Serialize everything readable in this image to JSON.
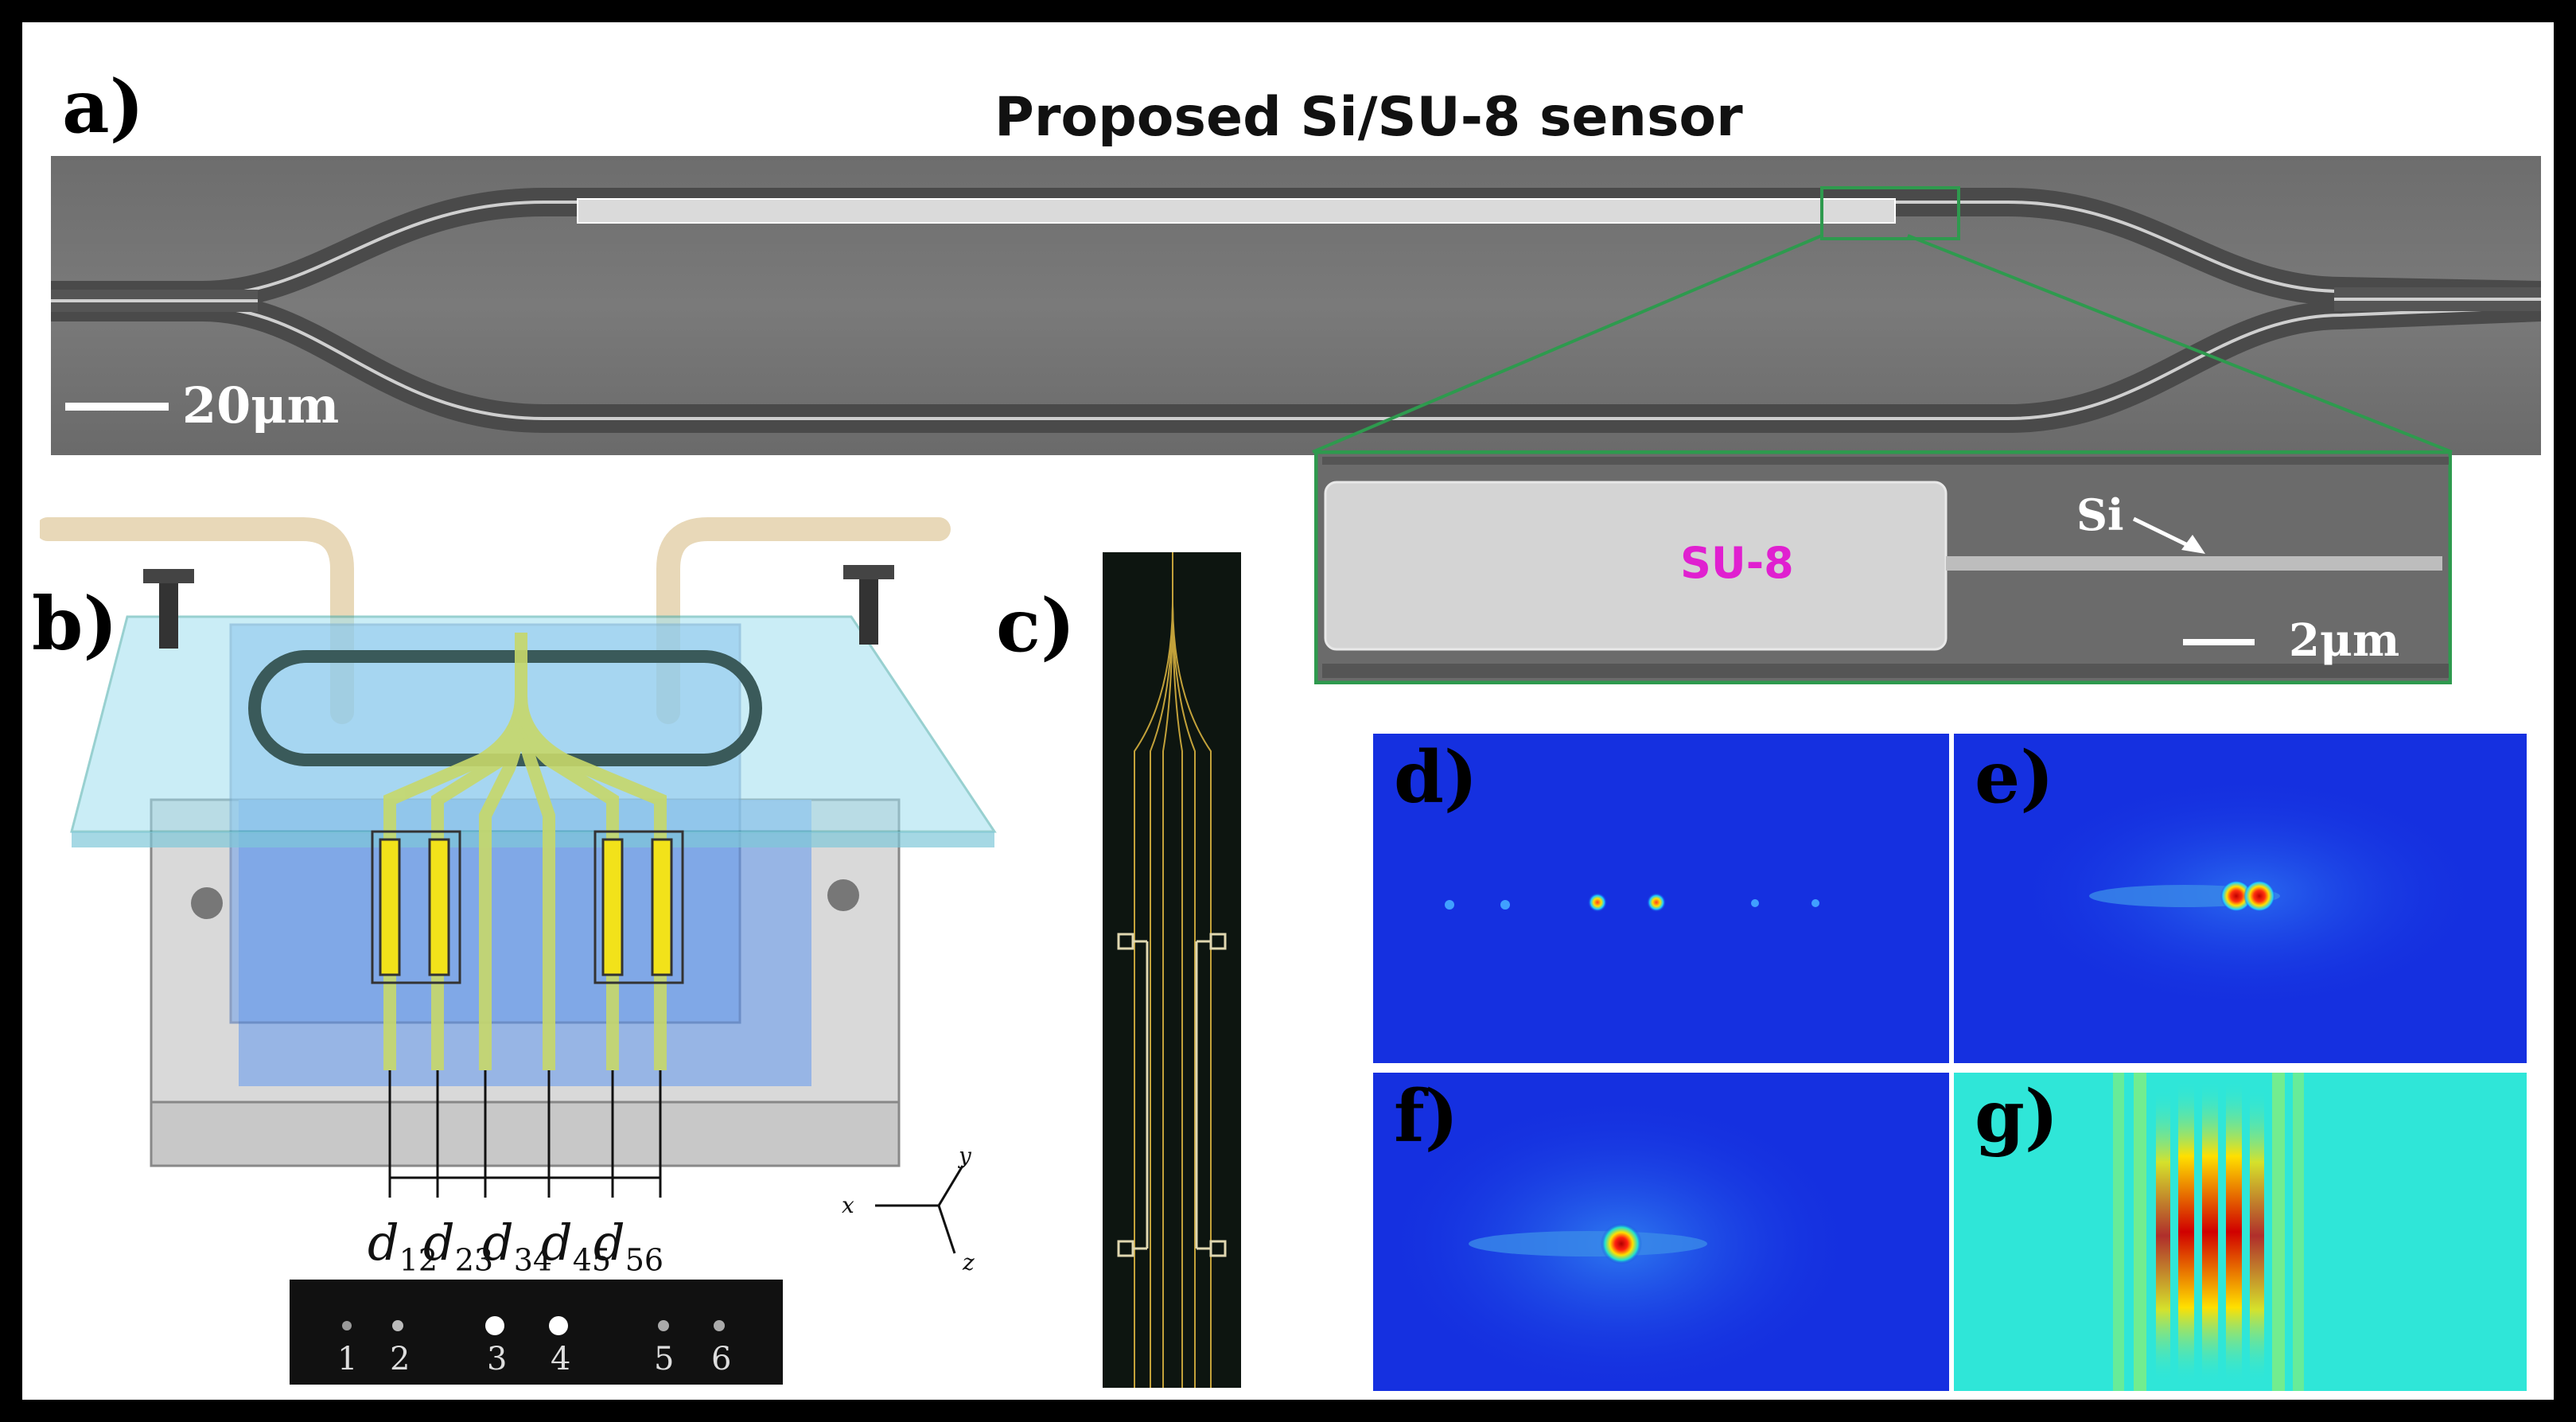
{
  "panels": {
    "a": "a)",
    "b": "b)",
    "c": "c)",
    "d": "d)",
    "e": "e)",
    "f": "f)",
    "g": "g)"
  },
  "title": "Proposed Si/SU-8 sensor",
  "scale_bar_main": "20μm",
  "inset": {
    "su8_label": "SU-8",
    "si_label": "Si",
    "scale_bar": "2μm"
  },
  "spacings": {
    "d12_sub": "12",
    "d23_sub": "23",
    "d34_sub": "34",
    "d45_sub": "45",
    "d56_sub": "56",
    "symbol": "d"
  },
  "axes": {
    "x": "x",
    "y": "y",
    "z": "z"
  },
  "spots": [
    "1",
    "2",
    "3",
    "4",
    "5",
    "6"
  ],
  "colors": {
    "su8_text": "#e020d0",
    "inset_border": "#2e9a4e",
    "heatmap_blue": "#1530e0",
    "heatmap_cyan": "#2fe6d8",
    "gold": "#f2e21a"
  }
}
